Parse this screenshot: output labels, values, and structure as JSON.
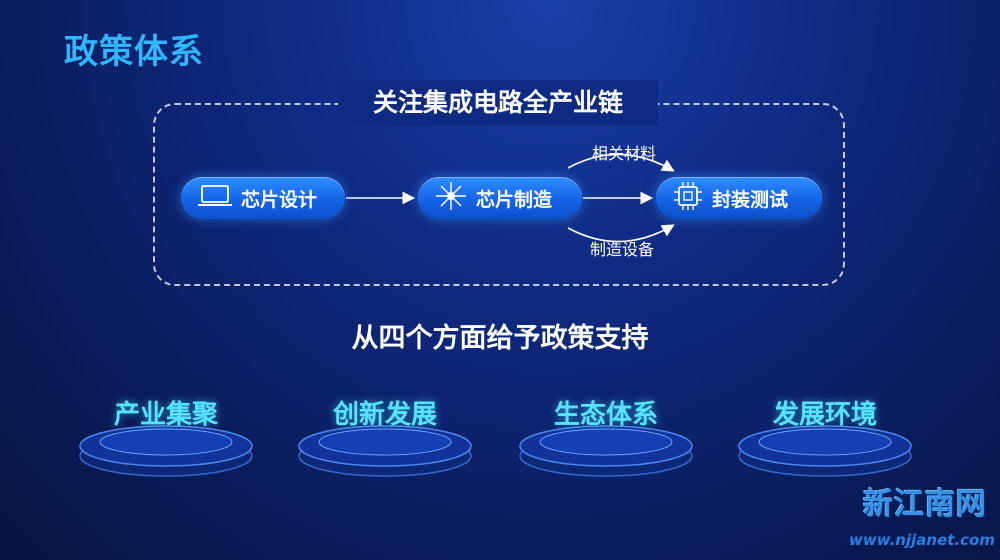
{
  "slide": {
    "title": "政策体系",
    "chain_title": "关注集成电路全产业链",
    "subtitle": "从四个方面给予政策支持"
  },
  "chain": {
    "nodes": [
      {
        "label": "芯片设计",
        "icon": "laptop-icon"
      },
      {
        "label": "芯片制造",
        "icon": "wafer-sparkle-icon"
      },
      {
        "label": "封装测试",
        "icon": "chip-icon"
      }
    ],
    "side_labels": {
      "materials": "相关材料",
      "equipment": "制造设备"
    }
  },
  "pillars": [
    {
      "label": "产业集聚"
    },
    {
      "label": "创新发展"
    },
    {
      "label": "生态体系"
    },
    {
      "label": "发展环境"
    }
  ],
  "watermark": {
    "title": "新江南网",
    "url": "www.njjanet.com"
  },
  "colors": {
    "title": "#2fb6ff",
    "pill": "#1564e8",
    "pillar_text": "#55e4ff"
  }
}
